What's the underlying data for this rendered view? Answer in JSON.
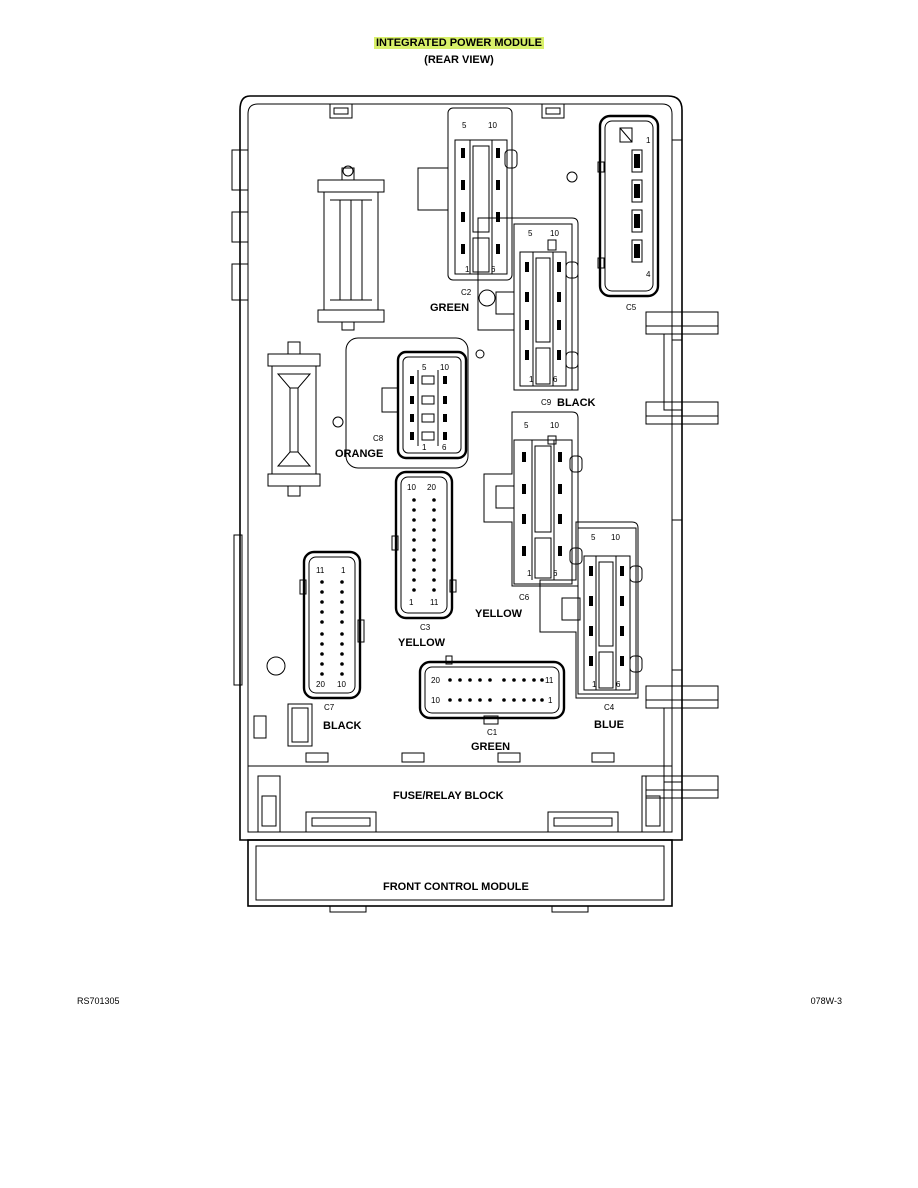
{
  "header": {
    "title": "INTEGRATED POWER MODULE",
    "subtitle": "(REAR VIEW)"
  },
  "footer": {
    "left_code": "RS701305",
    "right_code": "078W-3"
  },
  "block_labels": {
    "fuse_relay": "FUSE/RELAY BLOCK",
    "front_control": "FRONT CONTROL MODULE"
  },
  "connectors": {
    "c1": {
      "id": "C1",
      "color": "GREEN",
      "pin_tl": "20",
      "pin_tr": "11",
      "pin_bl": "10",
      "pin_br": "1"
    },
    "c2": {
      "id": "C2",
      "color": "GREEN",
      "pin_tl": "5",
      "pin_tr": "10",
      "pin_bl": "1",
      "pin_br": "6"
    },
    "c3": {
      "id": "C3",
      "color": "YELLOW",
      "pin_tl": "10",
      "pin_tr": "20",
      "pin_bl": "1",
      "pin_br": "11"
    },
    "c4": {
      "id": "C4",
      "color": "BLUE",
      "pin_tl": "5",
      "pin_tr": "10",
      "pin_bl": "1",
      "pin_br": "6"
    },
    "c5": {
      "id": "C5",
      "pin_top": "1",
      "pin_bottom": "4"
    },
    "c6": {
      "id": "C6",
      "color": "YELLOW",
      "pin_tl": "5",
      "pin_tr": "10",
      "pin_bl": "1",
      "pin_br": "6"
    },
    "c7": {
      "id": "C7",
      "color": "BLACK",
      "pin_tl": "11",
      "pin_tr": "1",
      "pin_bl": "20",
      "pin_br": "10"
    },
    "c8": {
      "id": "C8",
      "color": "ORANGE",
      "pin_tl": "5",
      "pin_tr": "10",
      "pin_bl": "1",
      "pin_br": "6"
    },
    "c9": {
      "id": "C9",
      "color": "BLACK",
      "pin_tl": "5",
      "pin_tr": "10",
      "pin_bl": "1",
      "pin_br": "6"
    }
  }
}
